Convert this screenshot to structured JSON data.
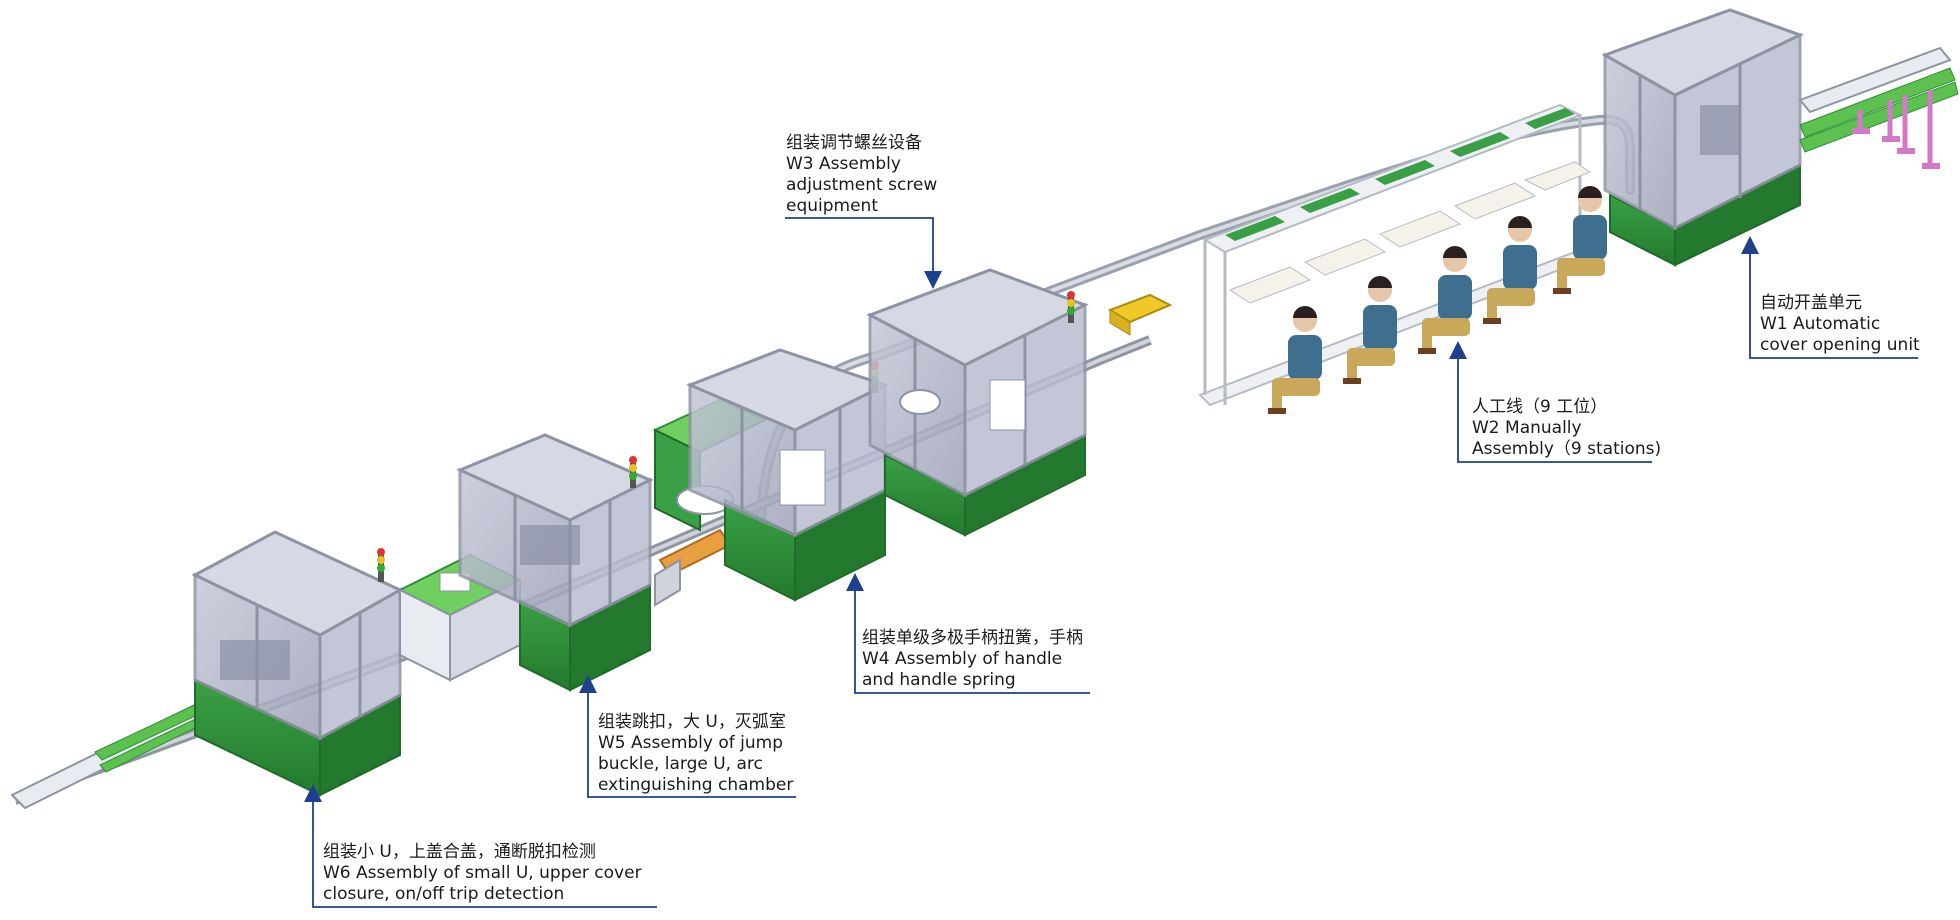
{
  "stations": [
    {
      "id": "W3",
      "lines": [
        "组装调节螺丝设备",
        "W3  Assembly",
        "adjustment screw",
        "equipment"
      ]
    },
    {
      "id": "W1",
      "lines": [
        "自动开盖单元",
        "W1  Automatic",
        "cover opening unit"
      ]
    },
    {
      "id": "W2",
      "lines": [
        "人工线（9 工位）",
        "W2  Manually",
        "Assembly（9 stations)"
      ]
    },
    {
      "id": "W4",
      "lines": [
        "组装单级多极手柄扭簧，手柄",
        "W4  Assembly of handle",
        "and handle spring"
      ]
    },
    {
      "id": "W5",
      "lines": [
        "组装跳扣，大 U，灭弧室",
        "W5 Assembly of jump",
        "buckle, large U, arc",
        "extinguishing chamber"
      ]
    },
    {
      "id": "W6",
      "lines": [
        "组装小 U，上盖合盖，通断脱扣检测",
        "W6  Assembly of small U, upper cover",
        "closure, on/off trip detection"
      ]
    }
  ],
  "colors": {
    "leader": "#1f3f8f",
    "frame": "#c9cdd6",
    "frame_dark": "#8d93a3",
    "glass": "#b3b8cc",
    "cabinet_green": "#2f8f3a",
    "cabinet_dark": "#1f6b2a",
    "belt_green": "#5cc14e",
    "operator_shirt": "#3f6f8f",
    "operator_pants": "#c9a85a",
    "pink_stand": "#d478c8"
  }
}
